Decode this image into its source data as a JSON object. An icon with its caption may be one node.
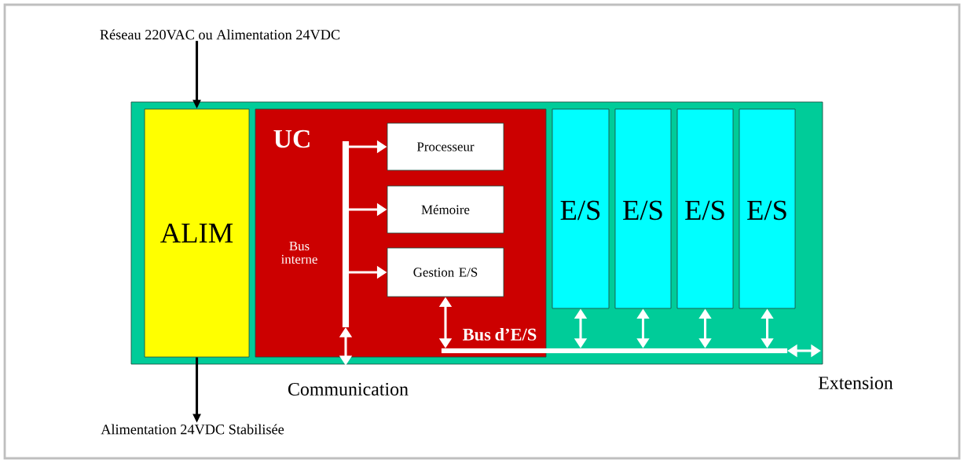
{
  "diagram": {
    "nodes": [
      {
        "text": [
          "Réseau 220VAC ou Alimentation 24VDC"
        ]
      },
      {
        "text": [],
        "shape": "box"
      },
      {
        "text": [
          "ALIM"
        ],
        "in": 1
      },
      {
        "text": [
          "UC"
        ],
        "in": 1
      },
      {
        "text": [
          "Processeur"
        ],
        "in": 3
      },
      {
        "text": [
          "Mémoire"
        ],
        "in": 3
      },
      {
        "text": [
          "Gestion E/S"
        ],
        "in": 3
      },
      {
        "text": [],
        "shape": "bar",
        "beside": [
          "Bus interne"
        ],
        "in": 3
      },
      {
        "text": [
          "E/S"
        ],
        "in": 1
      },
      {
        "text": [
          "E/S"
        ],
        "in": 1
      },
      {
        "text": [
          "E/S"
        ],
        "in": 1
      },
      {
        "text": [
          "E/S"
        ],
        "in": 1
      },
      {
        "text": [],
        "shape": "bar",
        "beside": [
          "Bus d’E/S"
        ],
        "in": 1
      },
      {
        "text": [
          "Alimentation 24VDC Stabilisée"
        ]
      }
    ],
    "edges": [
      {
        "from": 0,
        "to": 2,
        "arrow": "to",
        "color": "#000000"
      },
      {
        "from": 2,
        "to": 13,
        "arrow": "to",
        "color": "#000000"
      },
      {
        "from": 7,
        "to": 4,
        "arrow": "to"
      },
      {
        "from": 7,
        "to": 5,
        "arrow": "to"
      },
      {
        "from": 7,
        "to": 6,
        "arrow": "to"
      },
      {
        "from": 7,
        "to": null,
        "arrow": "both"
      },
      {
        "from": 6,
        "to": 12,
        "arrow": "both"
      },
      {
        "from": 12,
        "to": 8,
        "arrow": "both"
      },
      {
        "from": 12,
        "to": 9,
        "arrow": "both"
      },
      {
        "from": 12,
        "to": 10,
        "arrow": "both"
      },
      {
        "from": 12,
        "to": 11,
        "arrow": "both"
      },
      {
        "from": 12,
        "to": null,
        "arrow": "both"
      }
    ],
    "labels": [
      "Communication",
      "Extension"
    ]
  }
}
